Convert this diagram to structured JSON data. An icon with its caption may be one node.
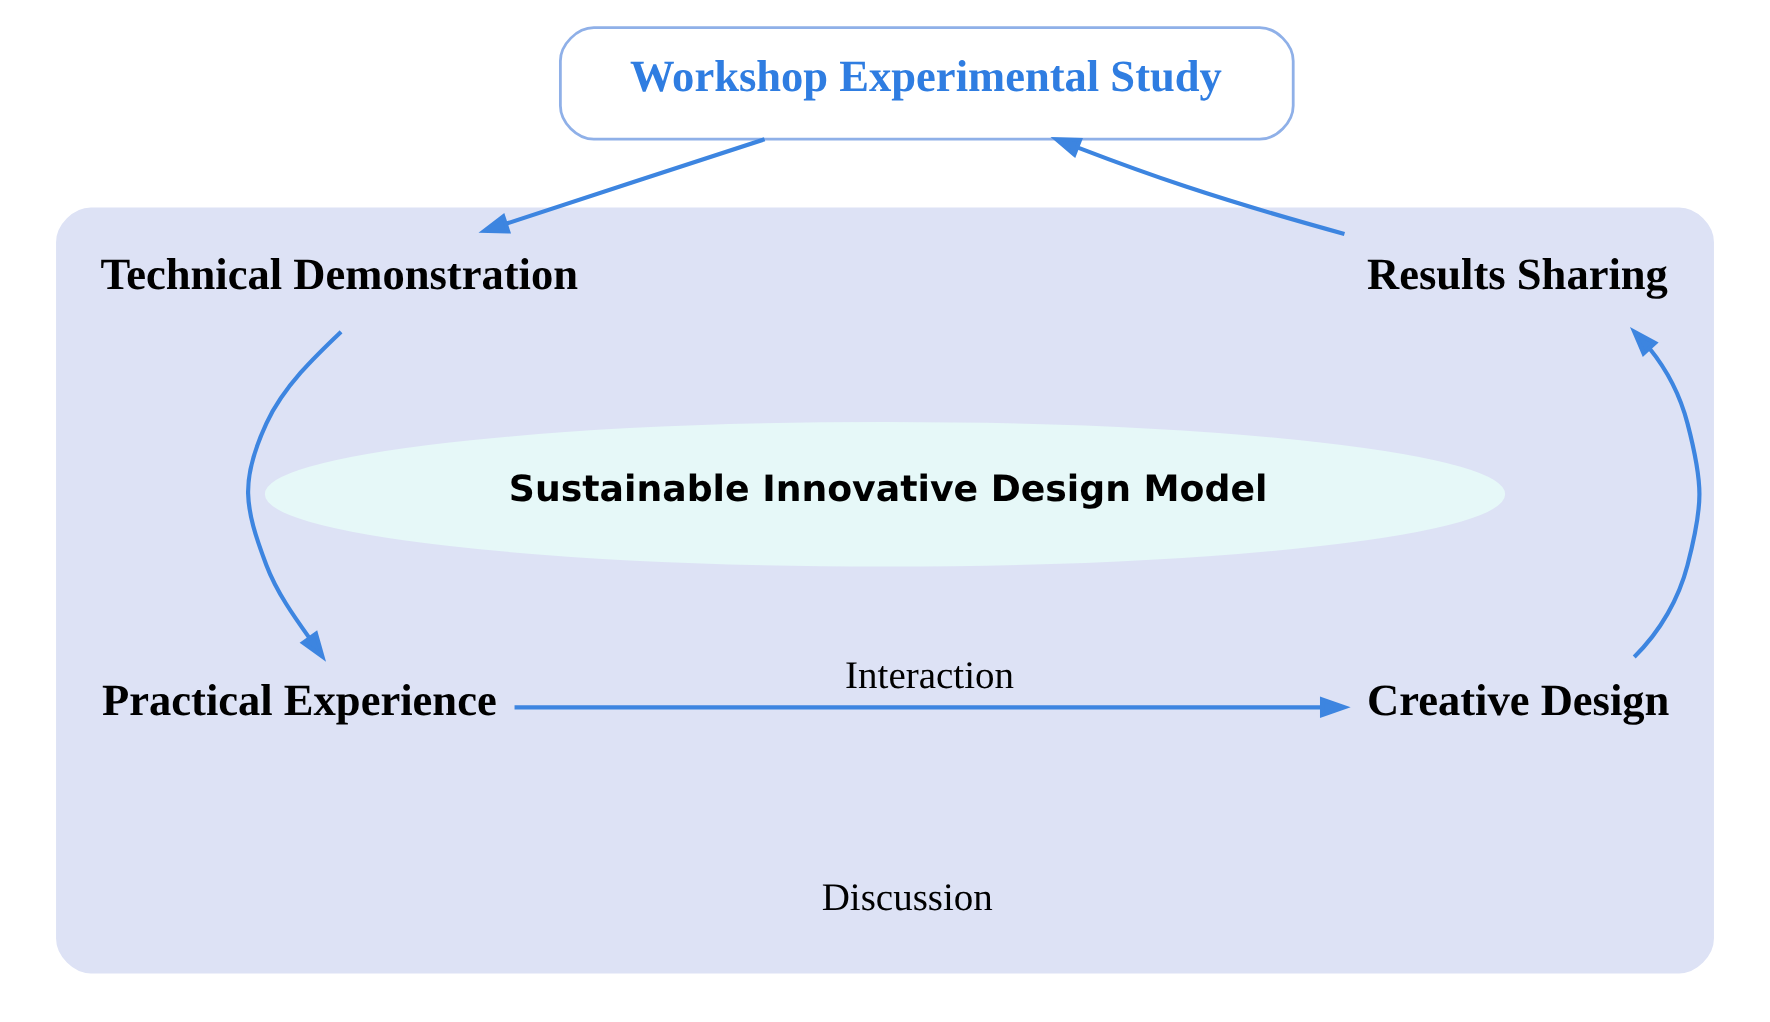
{
  "diagram": {
    "nodes": [
      {
        "text": [],
        "shape": "ellipse"
      },
      {
        "text": [
          "Workshop Experimental Study"
        ]
      },
      {
        "text": [
          "Technical Demonstration"
        ],
        "in": 0
      },
      {
        "text": [
          "Sustainable Innovative Design Model"
        ],
        "in": 0
      },
      {
        "text": [
          "Results Sharing"
        ],
        "in": 0
      },
      {
        "text": [
          "Practical Experience"
        ],
        "in": 0
      },
      {
        "text": [
          "Creative Design"
        ],
        "in": 0
      }
    ],
    "edges": [
      {
        "from": 1,
        "to": 2,
        "arrow": "to"
      },
      {
        "from": 2,
        "to": 5,
        "arrow": "to"
      },
      {
        "from": 5,
        "to": 6,
        "arrow": "to",
        "label": "Interaction"
      },
      {
        "from": 6,
        "to": 4,
        "arrow": "to"
      },
      {
        "from": 4,
        "to": 1,
        "arrow": "to"
      }
    ],
    "labels": [
      "Discussion"
    ]
  }
}
